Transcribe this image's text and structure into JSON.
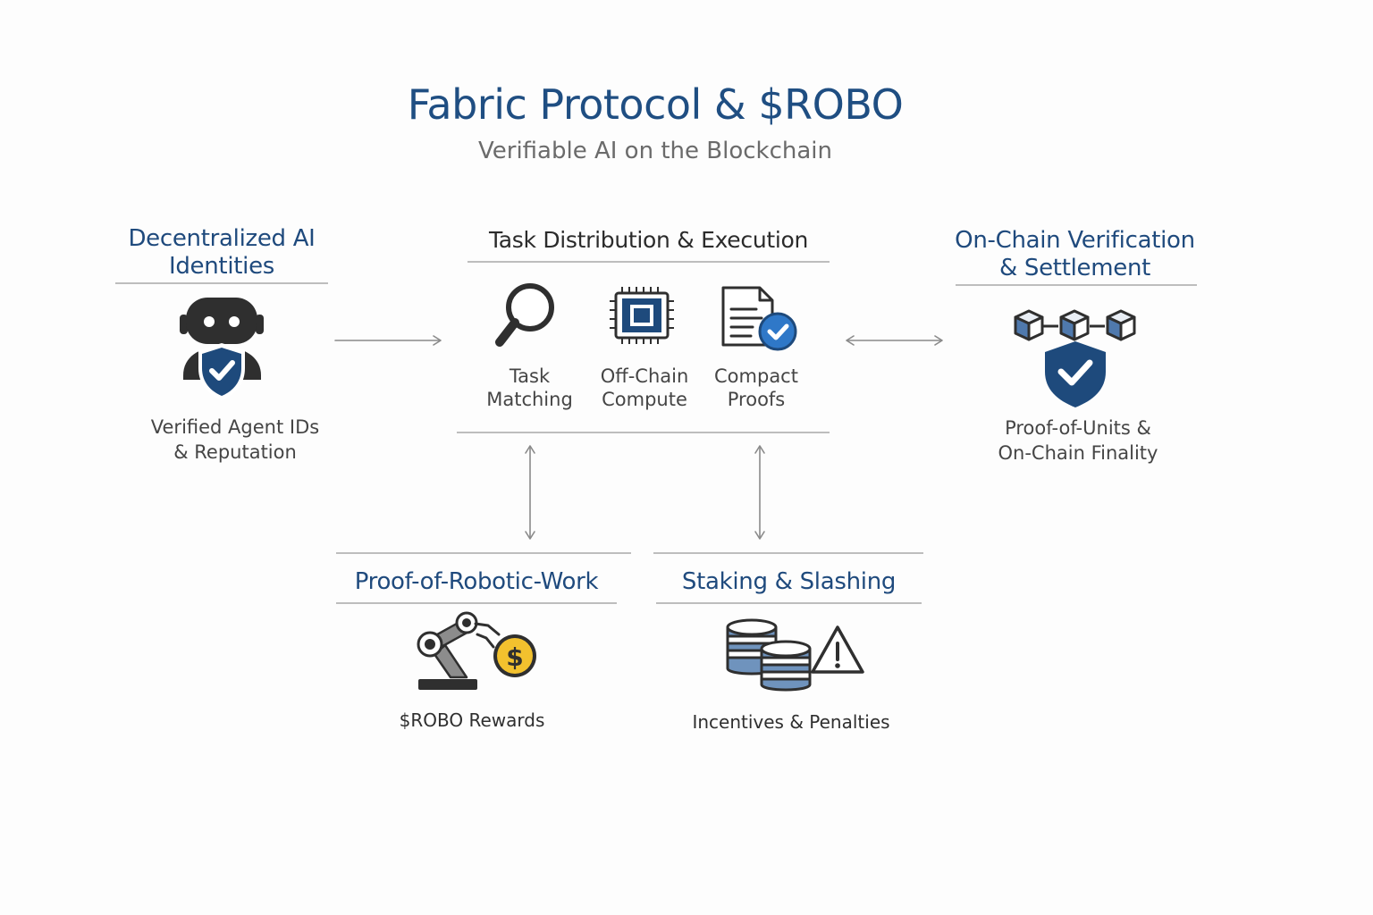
{
  "header": {
    "title": "Fabric Protocol & $ROBO",
    "subtitle": "Verifiable AI on the Blockchain"
  },
  "identities": {
    "heading_line1": "Decentralized AI",
    "heading_line2": "Identities",
    "icon": "robot-shield-icon",
    "caption_line1": "Verified Agent IDs",
    "caption_line2": "& Reputation"
  },
  "task": {
    "heading": "Task Distribution & Execution",
    "items": [
      {
        "icon": "magnifier-icon",
        "line1": "Task",
        "line2": "Matching"
      },
      {
        "icon": "chip-icon",
        "line1": "Off-Chain",
        "line2": "Compute"
      },
      {
        "icon": "document-check-icon",
        "line1": "Compact",
        "line2": "Proofs"
      }
    ]
  },
  "verification": {
    "heading_line1": "On-Chain Verification",
    "heading_line2": "& Settlement",
    "icon": "blockchain-shield-icon",
    "caption_line1": "Proof-of-Units &",
    "caption_line2": "On-Chain Finality"
  },
  "work": {
    "heading": "Proof-of-Robotic-Work",
    "icon": "robot-arm-coin-icon",
    "caption": "$ROBO Rewards"
  },
  "staking": {
    "heading": "Staking & Slashing",
    "icon": "coin-stacks-warning-icon",
    "caption": "Incentives & Penalties"
  },
  "colors": {
    "title_blue": "#1f4e82",
    "heading_blue": "#1f4a7d",
    "shield_blue": "#1e4a7c",
    "check_blue": "#2f78c8",
    "coin_gold": "#f2c12e",
    "icon_dark": "#2f2f2f"
  }
}
